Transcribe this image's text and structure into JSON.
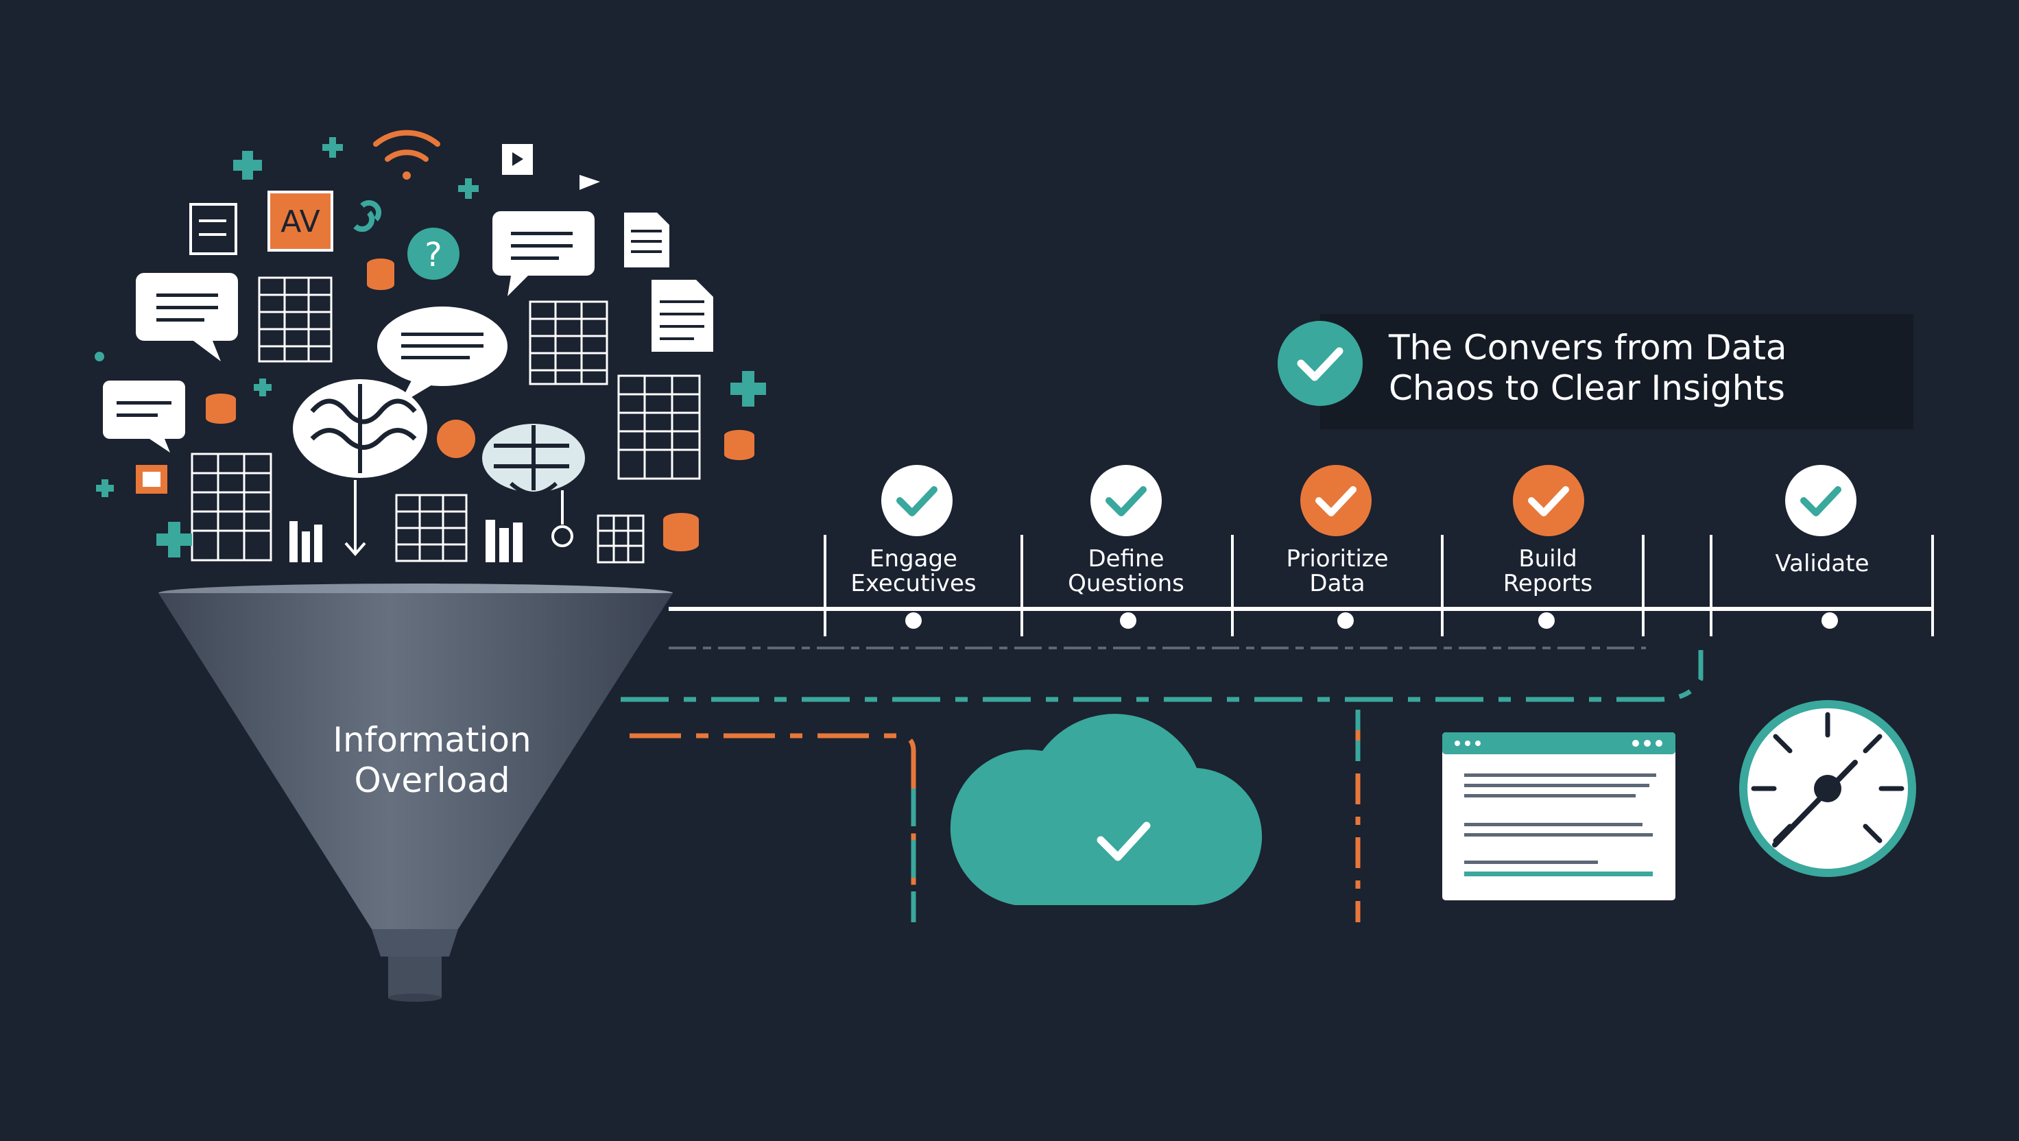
{
  "colors": {
    "background": "#1b2230",
    "teal": "#3aa89c",
    "orange": "#e8783a",
    "white": "#ffffff",
    "funnel": "#5b6577"
  },
  "title": {
    "line1": "The Convers from Data",
    "line2": "Chaos to Clear Insights",
    "icon": "check-circle-icon"
  },
  "funnel": {
    "line1": "Information",
    "line2": "Overload"
  },
  "icon_cloud": {
    "badge_text": "AV"
  },
  "steps": [
    {
      "line1": "Engage",
      "line2": "Executives",
      "state": "teal",
      "icon": "check-circle-icon"
    },
    {
      "line1": "Define",
      "line2": "Questions",
      "state": "teal",
      "icon": "check-circle-icon"
    },
    {
      "line1": "Prioritize",
      "line2": "Data",
      "state": "orange",
      "icon": "check-circle-icon"
    },
    {
      "line1": "Build",
      "line2": "Reports",
      "state": "orange",
      "icon": "check-circle-icon"
    },
    {
      "line1": "Validate",
      "line2": "",
      "state": "teal",
      "icon": "check-circle-icon"
    }
  ],
  "bottom_icons": [
    "cloud-check-icon",
    "report-window-icon",
    "gauge-icon"
  ]
}
